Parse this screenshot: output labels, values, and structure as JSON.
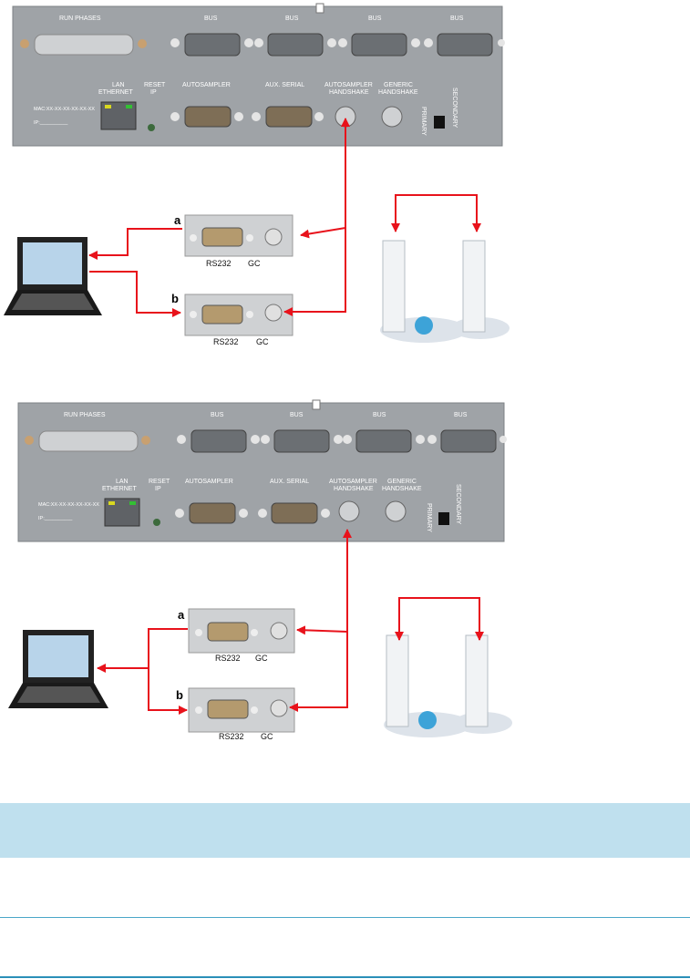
{
  "panel": {
    "run_phases": "RUN PHASES",
    "bus": "BUS",
    "lan": "LAN",
    "ethernet": "ETHERNET",
    "reset": "RESET",
    "ip": "IP",
    "autosampler": "AUTOSAMPLER",
    "aux_serial": "AUX. SERIAL",
    "autosampler_hs": "AUTOSAMPLER",
    "handshake": "HANDSHAKE",
    "generic": "GENERIC",
    "generic_hs": "HANDSHAKE",
    "mac": "MAC:XX-XX-XX-XX-XX-XX",
    "ip_line": "IP:__________",
    "primary": "PRIMARY",
    "secondary": "SECONDARY"
  },
  "connectors": {
    "rs232": "RS232",
    "gc": "GC",
    "a": "a",
    "b": "b"
  },
  "colors": {
    "panel": "#9fa3a7",
    "arrow": "#e8121b",
    "table_header": "#bfe0ee",
    "rule": "#4aa6c8"
  },
  "table": {
    "header": "",
    "rows": [
      "",
      ""
    ]
  }
}
